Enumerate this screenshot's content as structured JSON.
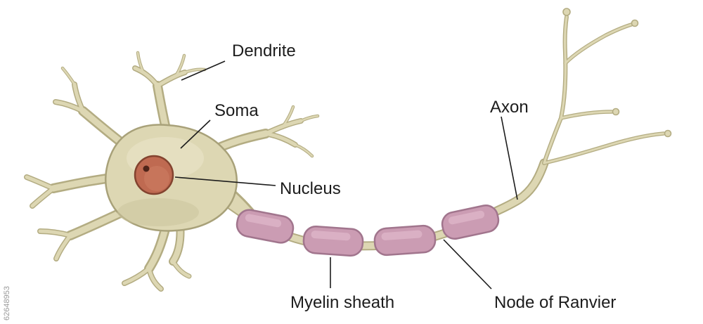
{
  "diagram": {
    "labels": {
      "dendrite": "Dendrite",
      "soma": "Soma",
      "nucleus": "Nucleus",
      "axon": "Axon",
      "myelin_sheath": "Myelin sheath",
      "node_of_ranvier": "Node of Ranvier"
    },
    "watermark": "62648953",
    "colors": {
      "background": "#ffffff",
      "cell_body_fill": "#ddd7b3",
      "cell_body_outline": "#b3ac82",
      "nucleus_fill": "#bf6a51",
      "nucleus_outline": "#83432f",
      "nucleolus": "#4f2419",
      "myelin_fill": "#cb9cb3",
      "myelin_outline": "#a1758d",
      "myelin_highlight": "#ddb4c7",
      "label_text": "#1c1c1c",
      "label_line": "#1c1c1c",
      "watermark_text": "#9a9a9a"
    }
  }
}
